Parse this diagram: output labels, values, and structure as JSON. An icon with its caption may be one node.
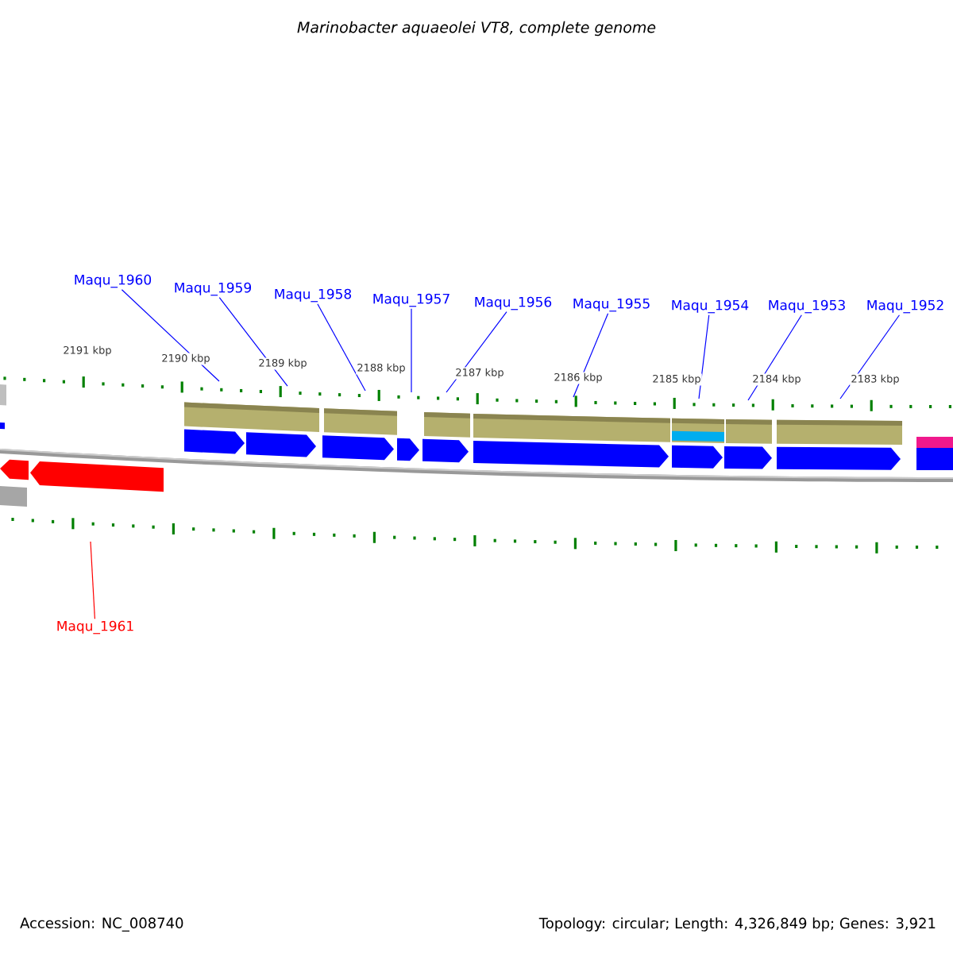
{
  "diagram": {
    "title": "Marinobacter aquaeolei VT8, complete genome",
    "nodes": [
      {
        "text": [
          "Maqu_1960"
        ]
      },
      {
        "text": [
          "Maqu_1959"
        ]
      },
      {
        "text": [
          "Maqu_1958"
        ]
      },
      {
        "text": [
          "Maqu_1957"
        ]
      },
      {
        "text": [
          "Maqu_1956"
        ]
      },
      {
        "text": [
          "Maqu_1955"
        ]
      },
      {
        "text": [
          "Maqu_1954"
        ]
      },
      {
        "text": [
          "Maqu_1953"
        ]
      },
      {
        "text": [
          "Maqu_1952"
        ]
      },
      {
        "text": [
          "Maqu_1961"
        ]
      }
    ],
    "edges": [
      {
        "from": 0,
        "to": null,
        "arrow": "none"
      },
      {
        "from": 1,
        "to": null,
        "arrow": "none"
      },
      {
        "from": 2,
        "to": null,
        "arrow": "none"
      },
      {
        "from": 3,
        "to": null,
        "arrow": "none"
      },
      {
        "from": 4,
        "to": null,
        "arrow": "none"
      },
      {
        "from": 5,
        "to": null,
        "arrow": "none"
      },
      {
        "from": 6,
        "to": null,
        "arrow": "none"
      },
      {
        "from": 7,
        "to": null,
        "arrow": "none"
      },
      {
        "from": 8,
        "to": null,
        "arrow": "none"
      },
      {
        "from": 9,
        "to": null,
        "arrow": "none",
        "color": "#ff0000"
      }
    ],
    "labels": [
      "2191 kbp",
      "2190 kbp",
      "2189 kbp",
      "2188 kbp",
      "2187 kbp",
      "2186 kbp",
      "2185 kbp",
      "2184 kbp",
      "2183 kbp",
      "Accession: NC_008740",
      "Topology: circular; Length: 4,326,849 bp; Genes: 3,921"
    ]
  }
}
